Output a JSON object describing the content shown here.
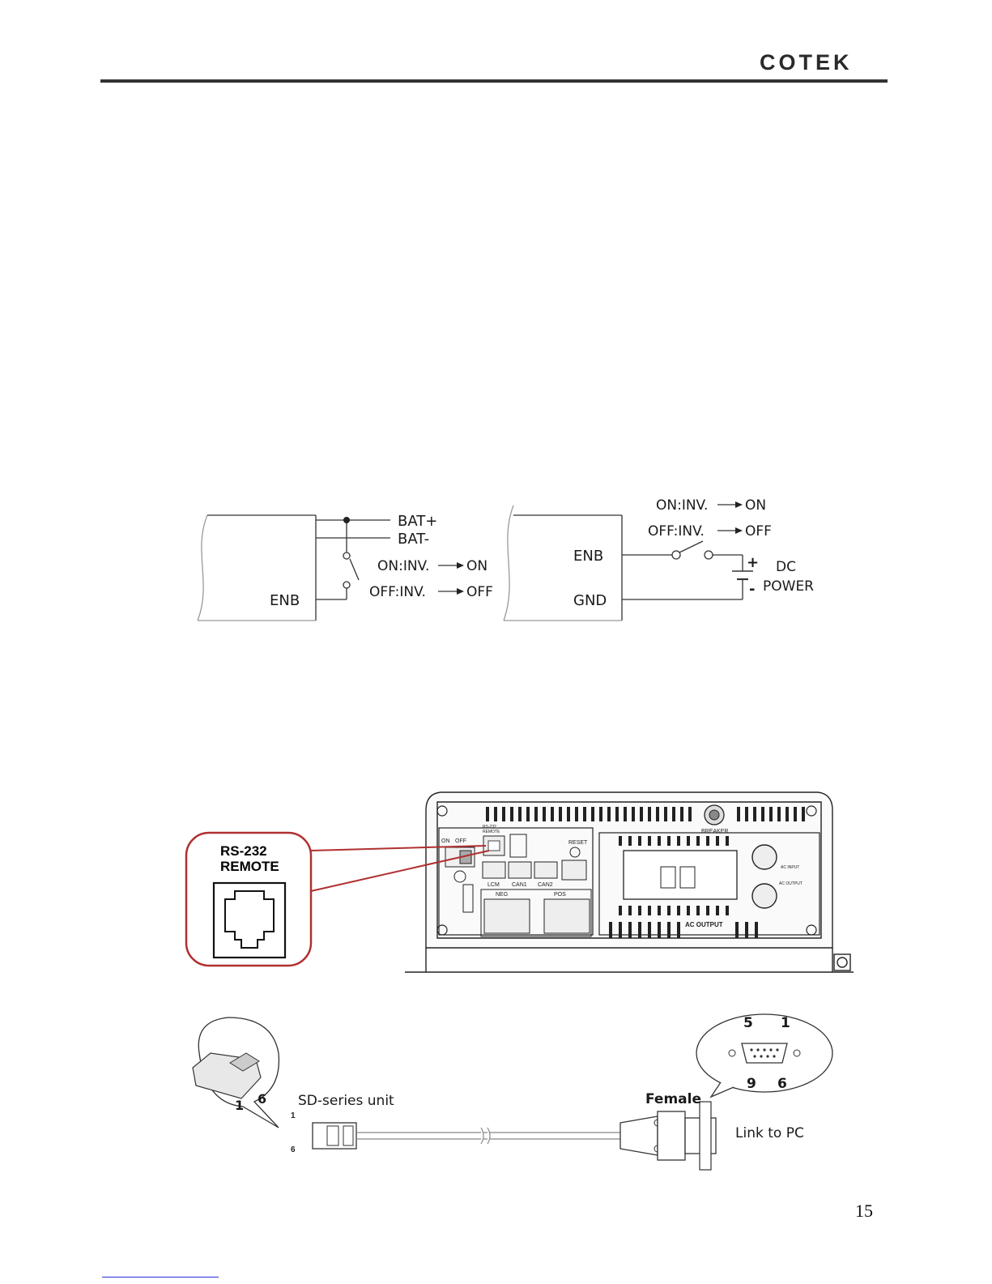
{
  "header": {
    "logo_text": "COTEK"
  },
  "wiring_left": {
    "bat_plus": "BAT+",
    "bat_minus": "BAT-",
    "on_label": "ON:INV.",
    "on_result": "ON",
    "off_label": "OFF:INV.",
    "off_result": "OFF",
    "enb": "ENB"
  },
  "wiring_right": {
    "on_label": "ON:INV.",
    "on_result": "ON",
    "off_label": "OFF:INV.",
    "off_result": "OFF",
    "enb": "ENB",
    "gnd": "GND",
    "plus": "+",
    "minus": "-",
    "dc": "DC",
    "power": "POWER"
  },
  "panel": {
    "callout_line1": "RS-232",
    "callout_line2": "REMOTE",
    "breaker": "BREAKER",
    "reset": "RESET",
    "on": "ON",
    "off": "OFF",
    "rs232_small": "RS-232",
    "remote_small": "REMOTE",
    "lcm": "LCM",
    "can1": "CAN1",
    "can2": "CAN2",
    "neg": "NEG",
    "pos": "POS",
    "ac_output": "AC OUTPUT",
    "ac_input_small": "AC INPUT",
    "ac_output_small": "AC OUTPUT"
  },
  "cable": {
    "pin_left_1": "1",
    "pin_left_6": "6",
    "unit_label": "SD-series unit",
    "plug_pin_1": "1",
    "plug_pin_6": "6",
    "female": "Female",
    "link_to_pc": "Link to PC",
    "db9_5": "5",
    "db9_1": "1",
    "db9_9": "9",
    "db9_6": "6"
  },
  "footer": {
    "page_number": "15"
  }
}
